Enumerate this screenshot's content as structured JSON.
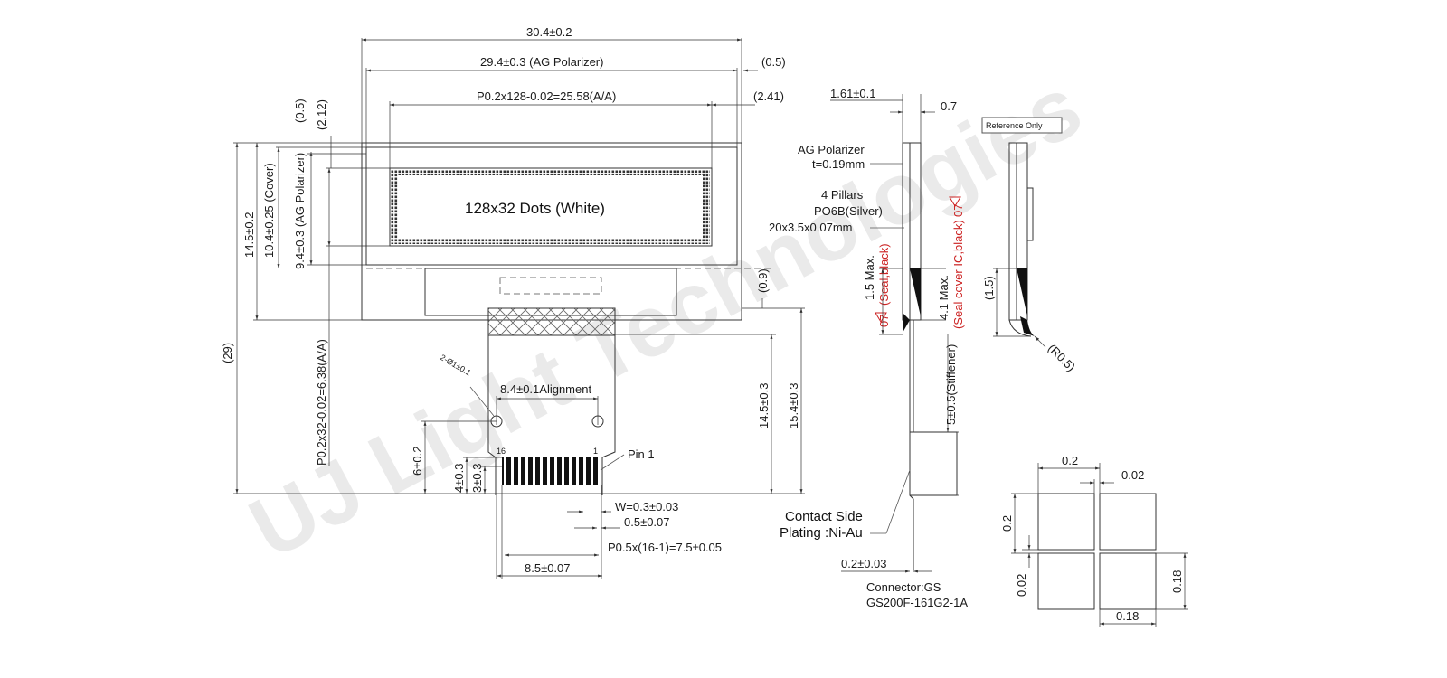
{
  "watermark": "UJ Light Technologies",
  "colors": {
    "line": "#333333",
    "red_note": "#cc2222",
    "watermark": "#d9d9d9"
  },
  "front_view": {
    "overall_width": "30.4±0.2",
    "polarizer_width": "29.4±0.3 (AG Polarizer)",
    "active_area_width": "P0.2x128-0.02=25.58(A/A)",
    "offset_right_1": "(0.5)",
    "offset_right_2": "(2.41)",
    "offset_top_1": "(0.5)",
    "offset_top_2": "(2.12)",
    "height_cover_outer": "14.5±0.2",
    "height_cover": "10.4±0.25 (Cover)",
    "height_polarizer": "9.4±0.3 (AG Polarizer)",
    "active_area_height": "P0.2x32-0.02=6.38(A/A)",
    "overall_height": "(29)",
    "display_label": "128x32 Dots (White)",
    "gap": "(0.9)",
    "fpc_length_1": "14.5±0.3",
    "fpc_length_2": "15.4±0.3",
    "alignment_holes": "2-Ø1±0.1",
    "alignment_pitch": "8.4±0.1Alignment",
    "pin_16": "16",
    "pin_1_num": "1",
    "pin_1_label": "Pin 1",
    "dim_6": "6±0.2",
    "dim_4": "4±0.3",
    "dim_3": "3±0.3",
    "pin_width": "W=0.3±0.03",
    "pin_pitch": "0.5±0.07",
    "pin_total_pitch": "P0.5x(16-1)=7.5±0.05",
    "finger_width": "8.5±0.07"
  },
  "side_view": {
    "thickness_1": "1.61±0.1",
    "thickness_2": "0.7",
    "polarizer_label": "AG Polarizer",
    "polarizer_thickness": "t=0.19mm",
    "pillars_1": "4 Pillars",
    "pillars_2": "PO6B(Silver)",
    "pillars_3": "20x3.5x0.07mm",
    "seal_max": "1.5 Max.",
    "seal_note": "(Seal,black)",
    "seal_cover_max": "4.1 Max.",
    "seal_cover_note": "(Seal cover IC,black)",
    "tri_07_a": "07",
    "tri_07_b": "07",
    "stiffener": "5±0.5(Stiffener)",
    "contact_side_1": "Contact Side",
    "contact_side_2": "Plating :Ni-Au",
    "fpc_thickness": "0.2±0.03",
    "connector_1": "Connector:GS",
    "connector_2": "GS200F-161G2-1A"
  },
  "reference_view": {
    "badge": "Reference Only",
    "dim_1_5": "(1.5)",
    "radius": "(R0.5)"
  },
  "pixel_detail": {
    "pixel_size_w": "0.2",
    "pixel_gap_w": "0.02",
    "pixel_size_h": "0.2",
    "pixel_gap_h": "0.02",
    "pixel_size_b": "0.18",
    "pixel_size_r": "0.18"
  }
}
